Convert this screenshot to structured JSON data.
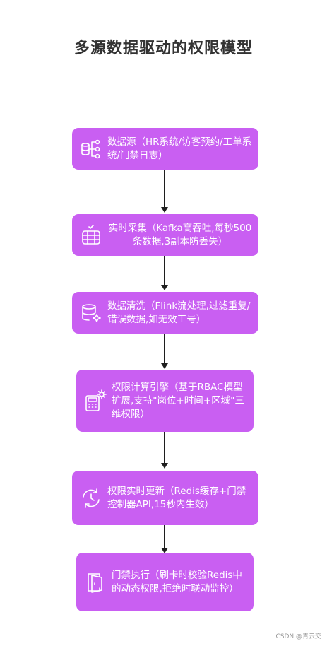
{
  "title": "多源数据驱动的权限模型",
  "nodes": [
    {
      "label": "数据源（HR系统/访客预约/工单系统/门禁日志）",
      "icon": "database-network-icon"
    },
    {
      "label": "实时采集（Kafka高吞吐,每秒500条数据,3副本防丢失）",
      "icon": "data-collection-icon"
    },
    {
      "label": "数据清洗（Flink流处理,过滤重复/错误数据,如无效工号）",
      "icon": "database-clean-icon"
    },
    {
      "label": "权限计算引擎（基于RBAC模型扩展,支持\"岗位+时间+区域\"三维权限）",
      "icon": "calculator-gear-icon"
    },
    {
      "label": "权限实时更新（Redis缓存+门禁控制器API,15秒内生效）",
      "icon": "refresh-clock-icon"
    },
    {
      "label": "门禁执行（刷卡时校验Redis中的动态权限,拒绝时联动监控）",
      "icon": "door-icon"
    }
  ],
  "watermark": "CSDN @青云交"
}
